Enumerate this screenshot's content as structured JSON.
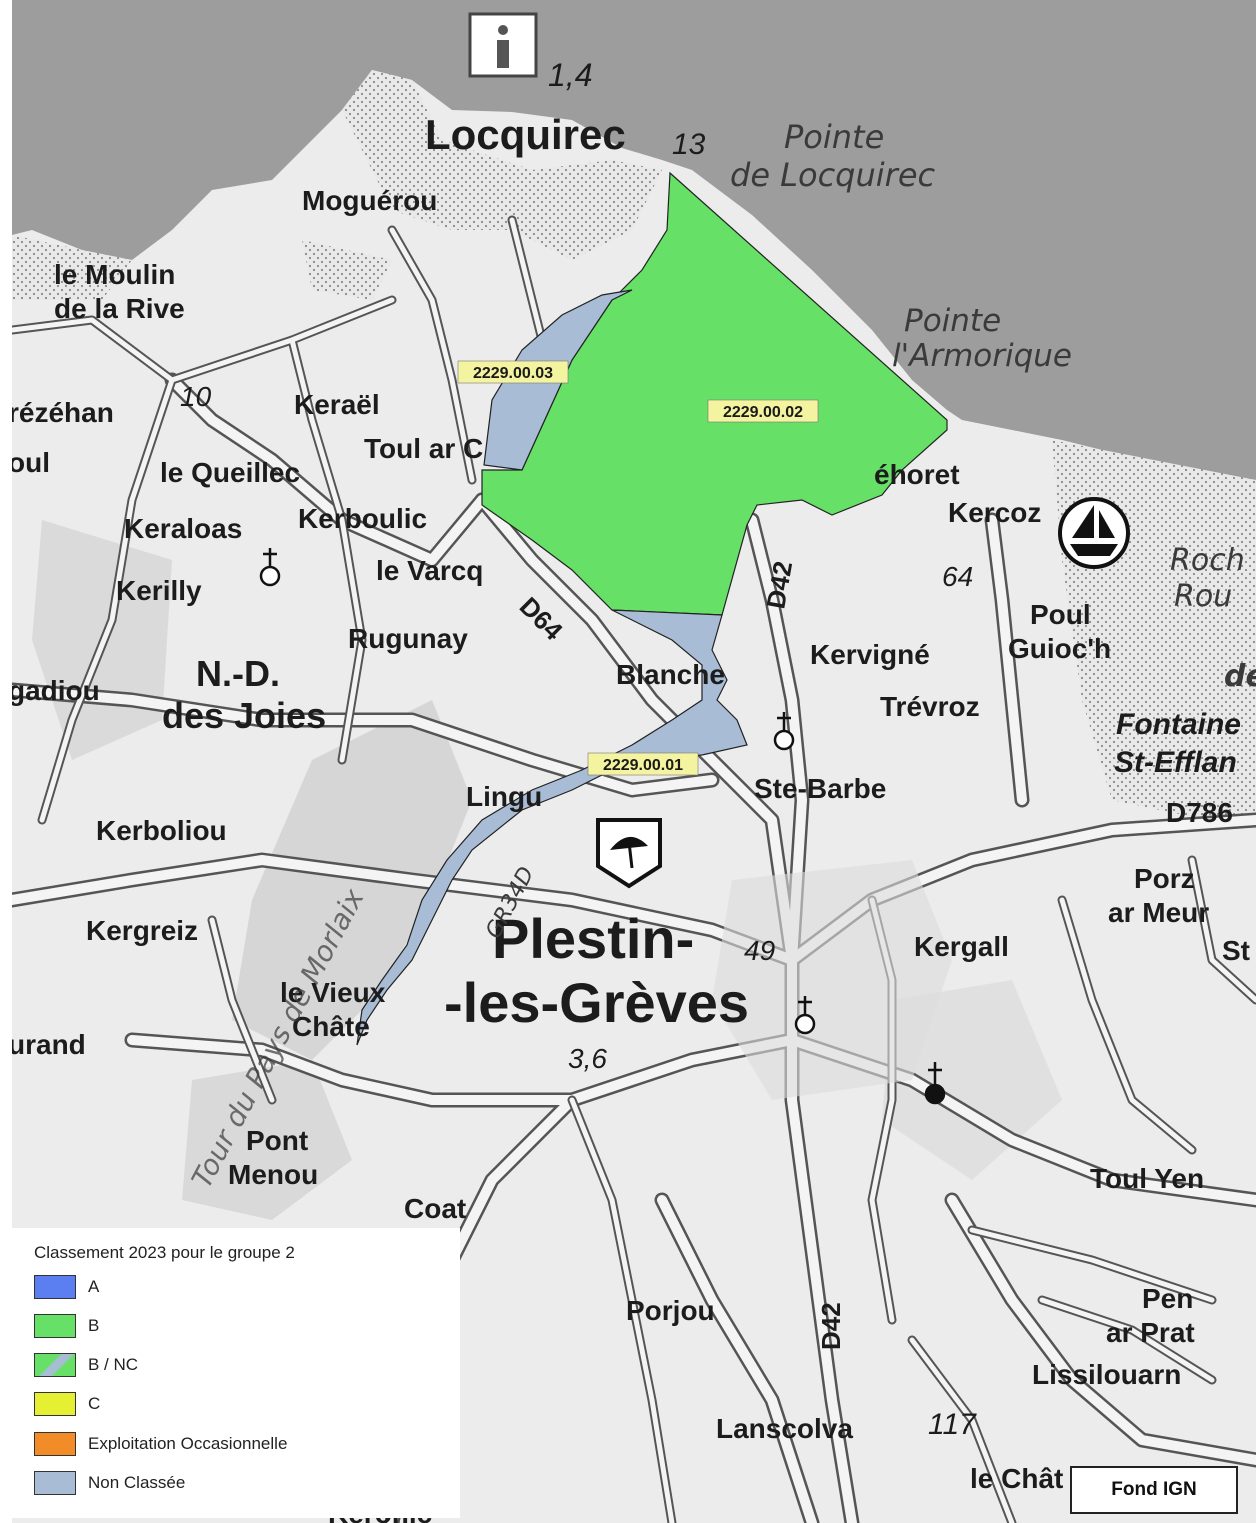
{
  "map": {
    "zones": [
      {
        "id": "2229.00.02",
        "class": "B",
        "color": "#66e066"
      },
      {
        "id": "2229.00.03",
        "class": "Non Classée",
        "color": "#a9bcd6"
      },
      {
        "id": "2229.00.01",
        "class": "Non Classée",
        "color": "#a9bcd6"
      }
    ],
    "places": {
      "locquirec": "Locquirec",
      "moguerou": "Moguérou",
      "pointe_locquirec_1": "Pointe",
      "pointe_locquirec_2": "de Locquirec",
      "pointe_armorique_1": "Pointe",
      "pointe_armorique_2": "l'Armorique",
      "moulin_1": "le Moulin",
      "moulin_2": "de la Rive",
      "rezehan": "rézéhan",
      "oul": "oul",
      "kerael": "Keraël",
      "toul_ar_c": "Toul ar C",
      "queillec": "le Queillec",
      "keraloas": "Keraloas",
      "kerboulic": "Kerboulic",
      "le_varcq": "le Varcq",
      "kerilly": "Kerilly",
      "rugunay": "Rugunay",
      "nd_1": "N.-D.",
      "nd_2": "des Joies",
      "gadiou": "gadiou",
      "blanche": "Blanche",
      "kervigne": "Kervigné",
      "trevroz": "Trévroz",
      "ste_barbe": "Ste-Barbe",
      "lingu": "Lingu",
      "kerboliou": "Kerboliou",
      "kergreiz": "Kergreiz",
      "plestin_1": "Plestin-",
      "plestin_2": "-les-Grèves",
      "vieux_1": "le Vieux",
      "vieux_2": "Châte",
      "urand": "urand",
      "kergall": "Kergall",
      "porz_1": "Porz",
      "porz_2": "ar Meur",
      "pont_1": "Pont",
      "pont_2": "Menou",
      "coat": "Coat",
      "porjou": "Porjou",
      "toul_yen": "Toul Yen",
      "pen_1": "Pen",
      "pen_2": "ar Prat",
      "lissilouarn": "Lissilouarn",
      "lanscolva": "Lanscolva",
      "le_chat": "le Chât",
      "kerhoret": "éhoret",
      "kercoz": "Kercoz",
      "poul_1": "Poul",
      "poul_2": "Guioc'h",
      "fontaine_1": "Fontaine",
      "fontaine_2": "St-Efflan",
      "roch_1": "Roch",
      "roch_2": "Rou",
      "de": "de",
      "st": "St",
      "keronic": "Keronic",
      "tour_pays": "Tour du Pays de Morlaix",
      "d64": "D64",
      "d42_a": "D42",
      "d42_b": "D42",
      "d786": "D786",
      "gr34d": "GR34D",
      "n_14": "1,4",
      "n_13": "13",
      "n_10": "10",
      "n_64": "64",
      "n_49": "49",
      "n_36": "3,6",
      "n_117": "117"
    }
  },
  "legend": {
    "title": "Classement 2023 pour le groupe 2",
    "items": [
      {
        "label": "A",
        "color": "#5b7ff0"
      },
      {
        "label": "B",
        "color": "#66e066"
      },
      {
        "label": "B / NC",
        "color": "#66e066",
        "hatch": "#a9bcd6"
      },
      {
        "label": "C",
        "color": "#e6f032"
      },
      {
        "label": "Exploitation Occasionnelle",
        "color": "#f28c28"
      },
      {
        "label": "Non Classée",
        "color": "#a9bcd6"
      }
    ]
  },
  "basemap_credit": "Fond IGN"
}
